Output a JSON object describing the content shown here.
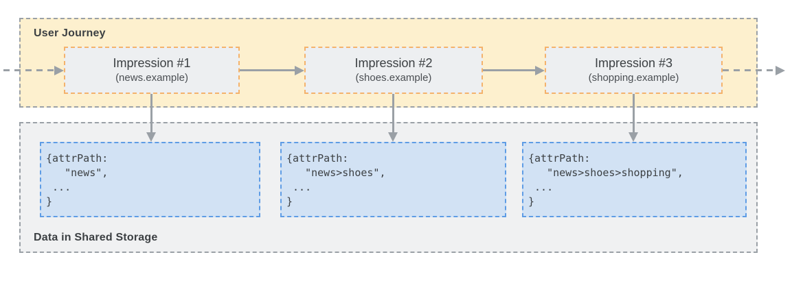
{
  "diagram": {
    "title_hint": "Attribution reporting user journey with data written to shared storage",
    "user_journey": {
      "label": "User Journey",
      "impressions": [
        {
          "title": "Impression #1",
          "site": "(news.example)"
        },
        {
          "title": "Impression #2",
          "site": "(shoes.example)"
        },
        {
          "title": "Impression #3",
          "site": "(shopping.example)"
        }
      ]
    },
    "shared_storage": {
      "label": "Data in Shared Storage",
      "entries": [
        {
          "code": "{attrPath:\n   \"news\",\n ...\n}"
        },
        {
          "code": "{attrPath:\n   \"news>shoes\",\n ...\n}"
        },
        {
          "code": "{attrPath:\n   \"news>shoes>shopping\",\n ...\n}"
        }
      ]
    },
    "colors": {
      "journey_background": "#fdf0ce",
      "journey_border": "#9aa0a6",
      "impression_background": "#edeff1",
      "impression_border": "#f4b26b",
      "storage_background": "#f0f1f2",
      "storage_border": "#9aa0a6",
      "entry_background": "#d2e2f4",
      "entry_border": "#5e9ce5",
      "arrow": "#9aa0a6",
      "text": "#3c4043"
    }
  }
}
